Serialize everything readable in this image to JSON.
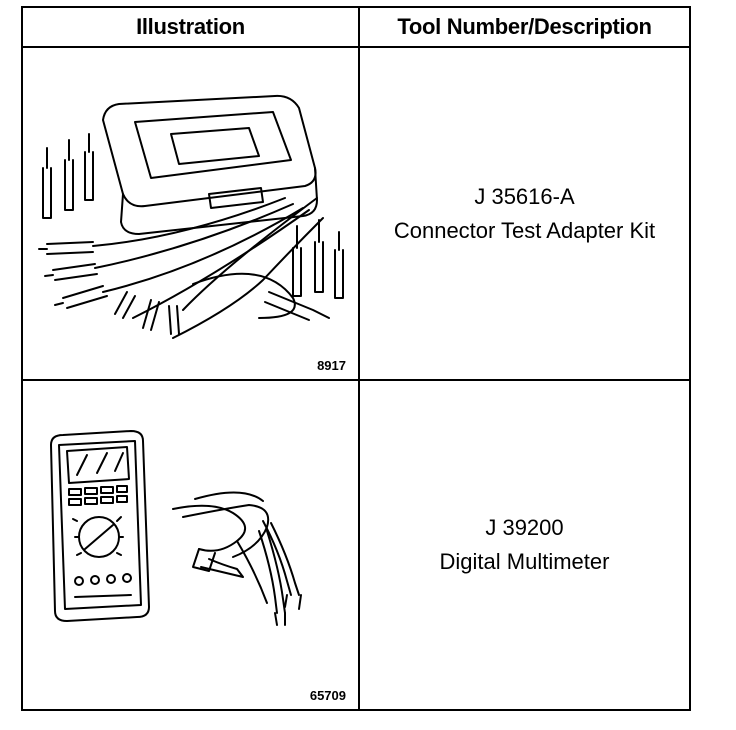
{
  "table": {
    "headers": {
      "illustration": "Illustration",
      "tool": "Tool Number/Description"
    },
    "rows": [
      {
        "tool_number": "J 35616-A",
        "description": "Connector Test Adapter Kit",
        "figure_number": "8917",
        "illustration_icon": "connector-test-adapter-kit-icon"
      },
      {
        "tool_number": "J 39200",
        "description": "Digital Multimeter",
        "figure_number": "65709",
        "illustration_icon": "digital-multimeter-icon"
      }
    ]
  }
}
